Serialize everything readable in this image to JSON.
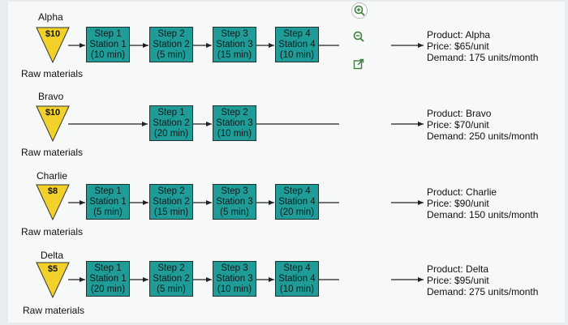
{
  "products": [
    {
      "name": "Alpha",
      "price": "$10",
      "raw": "Raw materials",
      "steps": [
        {
          "step": "Step 1",
          "station": "Station 1",
          "time": "(10 min)"
        },
        {
          "step": "Step 2",
          "station": "Station 2",
          "time": "(5 min)"
        },
        {
          "step": "Step 3",
          "station": "Station 3",
          "time": "(15 min)"
        },
        {
          "step": "Step 4",
          "station": "Station 4",
          "time": "(10 min)"
        }
      ],
      "info": {
        "product": "Product: Alpha",
        "price": "Price: $65/unit",
        "demand": "Demand: 175 units/month"
      }
    },
    {
      "name": "Bravo",
      "price": "$10",
      "raw": "Raw materials",
      "steps": [
        {
          "step": "Step 1",
          "station": "Station 2",
          "time": "(20 min)"
        },
        {
          "step": "Step 2",
          "station": "Station 3",
          "time": "(10 min)"
        }
      ],
      "info": {
        "product": "Product: Bravo",
        "price": "Price: $70/unit",
        "demand": "Demand: 250 units/month"
      }
    },
    {
      "name": "Charlie",
      "price": "$8",
      "raw": "Raw materials",
      "steps": [
        {
          "step": "Step 1",
          "station": "Station 1",
          "time": "(5 min)"
        },
        {
          "step": "Step 2",
          "station": "Station 2",
          "time": "(15 min)"
        },
        {
          "step": "Step 3",
          "station": "Station 3",
          "time": "(5 min)"
        },
        {
          "step": "Step 4",
          "station": "Station 4",
          "time": "(20 min)"
        }
      ],
      "info": {
        "product": "Product: Charlie",
        "price": "Price: $90/unit",
        "demand": "Demand: 150 units/month"
      }
    },
    {
      "name": "Delta",
      "price": "$5",
      "raw": "Raw materials",
      "steps": [
        {
          "step": "Step 1",
          "station": "Station 1",
          "time": "(20 min)"
        },
        {
          "step": "Step 2",
          "station": "Station 2",
          "time": "(5 min)"
        },
        {
          "step": "Step 3",
          "station": "Station 3",
          "time": "(10 min)"
        },
        {
          "step": "Step 4",
          "station": "Station 4",
          "time": "(10 min)"
        }
      ],
      "info": {
        "product": "Product: Delta",
        "price": "Price: $95/unit",
        "demand": "Demand: 275 units/month"
      }
    }
  ],
  "toolbar": {
    "icons": [
      "zoom-in-icon",
      "zoom-out-icon",
      "open-external-icon"
    ],
    "accent": "#3f7f3f"
  },
  "colors": {
    "step_fill": "#1f9c98",
    "triangle_fill": "#f2d22a"
  }
}
